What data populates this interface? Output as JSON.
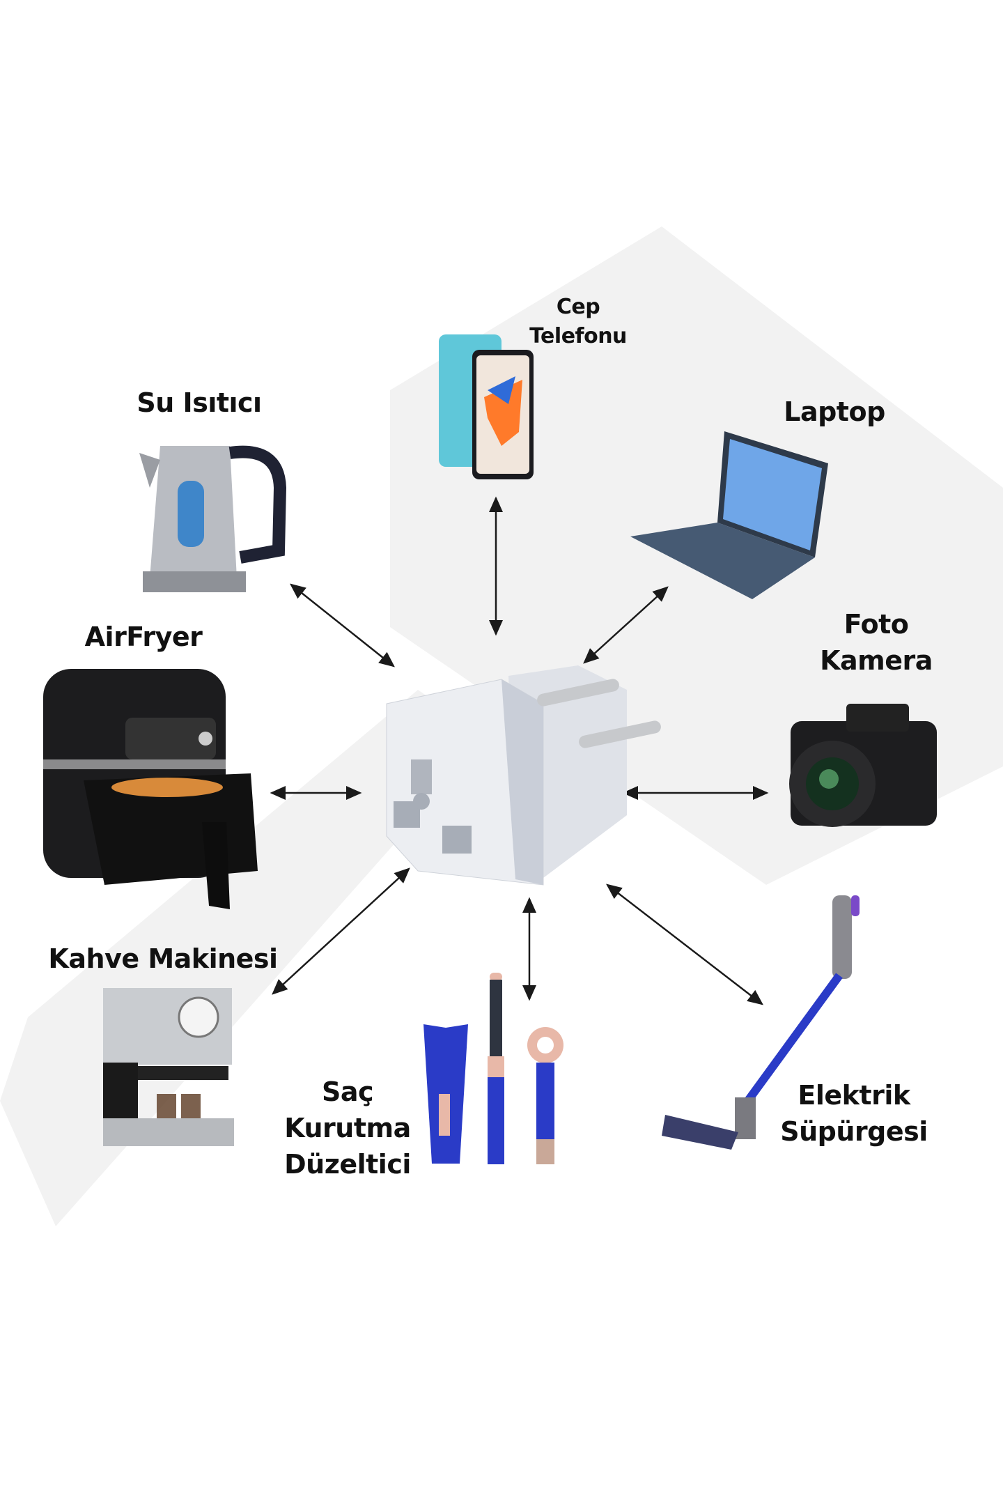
{
  "labels": {
    "phone": [
      "Cep",
      "Telefonu"
    ],
    "kettle": "Su Isıtıcı",
    "laptop": "Laptop",
    "airfryer": "AirFryer",
    "camera": [
      "Foto",
      "Kamera"
    ],
    "coffee": "Kahve Makinesi",
    "hair": [
      "Saç",
      "Kurutma",
      "Düzeltici"
    ],
    "vacuum": [
      "Elektrik",
      "Süpürgesi"
    ]
  },
  "colors": {
    "text": "#111111",
    "arrow": "#1a1a1a",
    "watermark": "#f1f1f1",
    "dyson_blue": "#2a3bc7",
    "dyson_pink": "#e8b8a8"
  }
}
